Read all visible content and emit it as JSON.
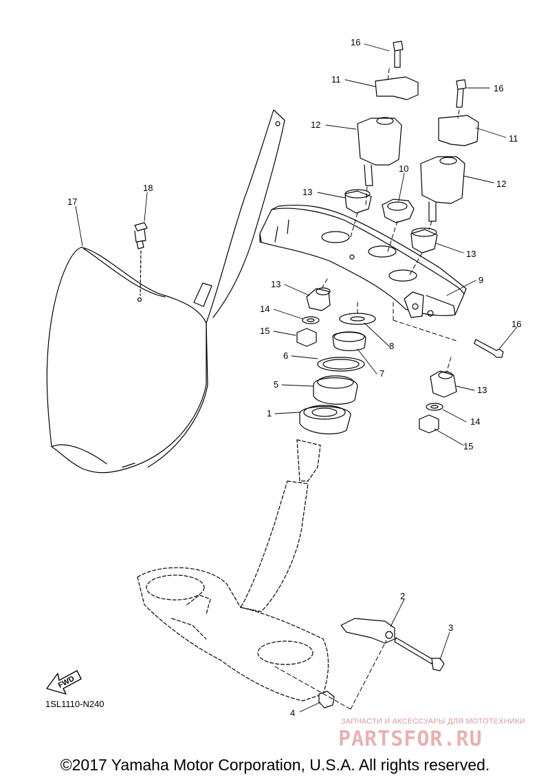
{
  "diagram": {
    "labels": [
      "16",
      "11",
      "16",
      "12",
      "11",
      "10",
      "13",
      "12",
      "13",
      "9",
      "13",
      "14",
      "15",
      "8",
      "6",
      "7",
      "5",
      "16",
      "13",
      "14",
      "15",
      "1",
      "2",
      "3",
      "4",
      "17",
      "18"
    ],
    "fwd_arrow_text": "FWD",
    "drawing_code": "1SL1110-N240",
    "watermark": {
      "caption": "ЗАПЧАСТИ И АКСЕССУАРЫ ДЛЯ МОТОТЕХНИКИ",
      "brand": "PARTSFOR.RU"
    },
    "copyright": "©2017 Yamaha Motor Corporation, U.S.A. All rights reserved."
  }
}
